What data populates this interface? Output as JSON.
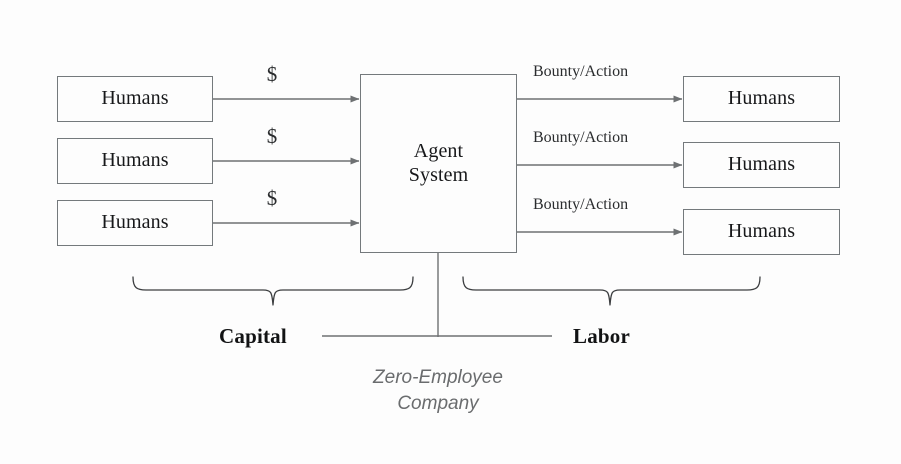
{
  "diagram": {
    "caption_lines": [
      "Zero-Employee Company",
      "Company"
    ],
    "caption_line1": "Zero-Employee",
    "caption_line2": "Company",
    "colors": {
      "background": "#fdfdfd",
      "box_border": "#74797c",
      "arrow": "#6e7173",
      "brace": "#3c3e40",
      "text": "#17181a",
      "caption_text": "#6a6c6e"
    },
    "inputs": {
      "group_label": "Capital",
      "nodes": [
        {
          "label": "Humans",
          "edge_label": "$"
        },
        {
          "label": "Humans",
          "edge_label": "$"
        },
        {
          "label": "Humans",
          "edge_label": "$"
        }
      ]
    },
    "center": {
      "label_line1": "Agent",
      "label_line2": "System"
    },
    "outputs": {
      "group_label": "Labor",
      "nodes": [
        {
          "label": "Humans",
          "edge_label": "Bounty/Action"
        },
        {
          "label": "Humans",
          "edge_label": "Bounty/Action"
        },
        {
          "label": "Humans",
          "edge_label": "Bounty/Action"
        }
      ]
    }
  }
}
